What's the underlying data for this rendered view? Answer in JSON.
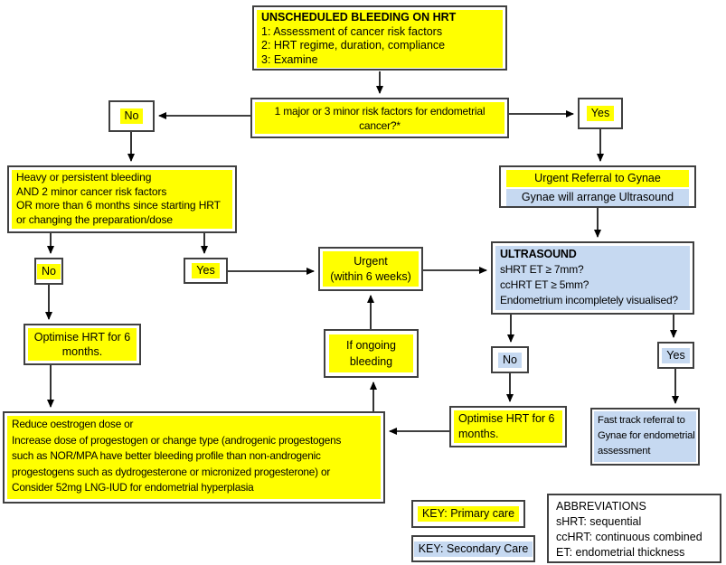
{
  "palette": {
    "highlight_yellow": "#ffff00",
    "highlight_blue": "#c6d9f1",
    "box_border": "#404040",
    "arrow_color": "#000000",
    "background": "#ffffff"
  },
  "nodes": {
    "start": {
      "title": "UNSCHEDULED BLEEDING ON HRT",
      "lines": [
        "1: Assessment of cancer risk factors",
        "2: HRT regime, duration, compliance",
        "3: Examine"
      ]
    },
    "decision": {
      "lines": [
        "1 major or 3 minor risk factors for endometrial",
        "cancer?*"
      ]
    },
    "no_top": {
      "label": "No"
    },
    "yes_top": {
      "label": "Yes"
    },
    "heavy": {
      "lines": [
        "Heavy or persistent bleeding",
        "AND 2 minor cancer risk factors",
        "OR more than 6 months since starting HRT",
        "or changing the preparation/dose"
      ]
    },
    "urgent_referral": {
      "primary_line": "Urgent Referral to Gynae",
      "secondary_line": "Gynae will arrange Ultrasound"
    },
    "ultrasound": {
      "title": "ULTRASOUND",
      "lines": [
        "sHRT ET ≥ 7mm?",
        "ccHRT ET ≥ 5mm?",
        "Endometrium incompletely visualised?"
      ]
    },
    "no_mid": {
      "label": "No"
    },
    "yes_mid": {
      "label": "Yes"
    },
    "urgent_6w": {
      "lines": [
        "Urgent",
        "(within 6 weeks)"
      ]
    },
    "optimise_left": {
      "lines": [
        "Optimise HRT for 6",
        "months."
      ]
    },
    "if_ongoing": {
      "lines": [
        "If ongoing",
        "bleeding"
      ]
    },
    "no_us": {
      "label": "No"
    },
    "yes_us": {
      "label": "Yes"
    },
    "optimise_mid": {
      "lines": [
        "Optimise HRT for 6",
        "months."
      ]
    },
    "fast_track": {
      "lines": [
        "Fast track referral to",
        "Gynae for endometrial",
        "assessment"
      ]
    },
    "reduce": {
      "lines": [
        "Reduce oestrogen dose or",
        "Increase dose of progestogen or change type (androgenic progestogens",
        "such as NOR/MPA have better bleeding profile than non-androgenic",
        "progestogens such as dydrogesterone or micronized progesterone) or",
        "Consider 52mg LNG-IUD for endometrial hyperplasia"
      ]
    },
    "key_primary": {
      "label": "KEY: Primary care"
    },
    "key_secondary": {
      "label": "KEY: Secondary Care"
    },
    "abbreviations": {
      "title": "ABBREVIATIONS",
      "lines": [
        "sHRT: sequential",
        "ccHRT: continuous combined",
        "ET: endometrial thickness"
      ]
    }
  }
}
